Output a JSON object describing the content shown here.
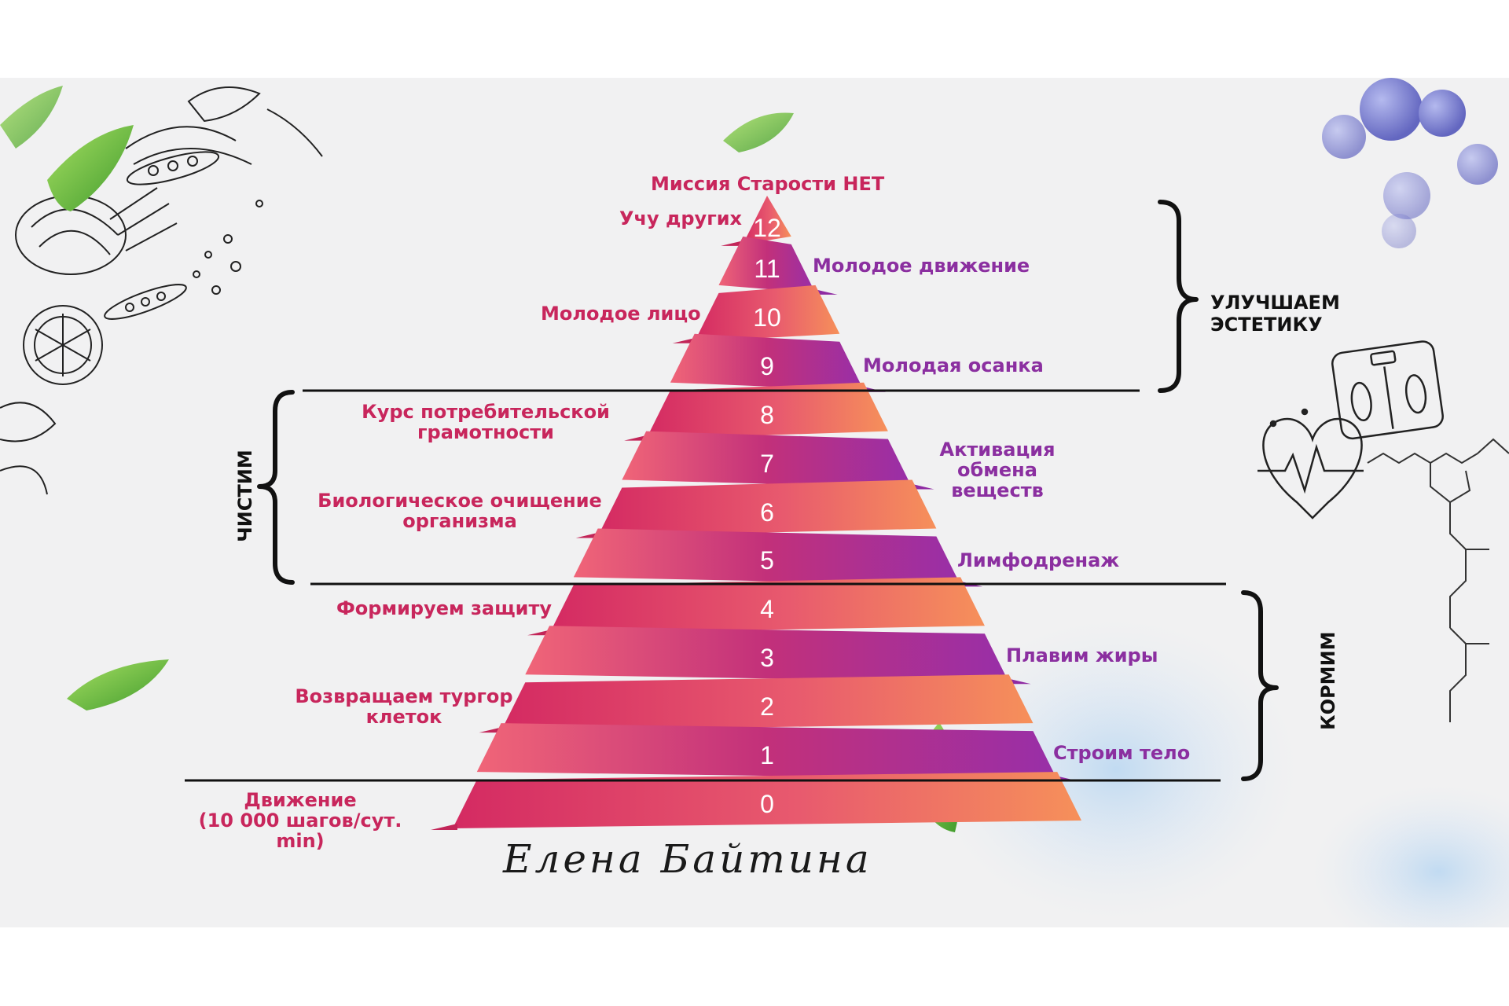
{
  "pyramid": {
    "title": "Миссия Старости НЕТ",
    "levels": [
      {
        "number": "0",
        "label": "Движение\n(10 000 шагов/сут. min)"
      },
      {
        "number": "1",
        "label": "Строим тело"
      },
      {
        "number": "2",
        "label": "Возвращаем тургор\nклеток"
      },
      {
        "number": "3",
        "label": "Плавим жиры"
      },
      {
        "number": "4",
        "label": "Формируем защиту"
      },
      {
        "number": "5",
        "label": "Лимфодренаж"
      },
      {
        "number": "6",
        "label": "Биологическое очищение\nорганизма"
      },
      {
        "number": "7",
        "label": "Активация обмена\nвеществ"
      },
      {
        "number": "8",
        "label": "Курс потребительской\nграмотности"
      },
      {
        "number": "9",
        "label": "Молодая осанка"
      },
      {
        "number": "10",
        "label": "Молодое лицо"
      },
      {
        "number": "11",
        "label": "Молодое движение"
      },
      {
        "number": "12",
        "label": "Учу других"
      }
    ]
  },
  "sections": {
    "aesthetics": "УЛУЧШАЕМ\nЭСТЕТИКУ",
    "cleanse": "ЧИСТИМ",
    "feed": "КОРМИМ"
  },
  "signature": "Елена Байтина",
  "colors": {
    "pink_label": "#c8265c",
    "purple_label": "#8b2fa0",
    "gradient_pink": "#d42a62",
    "gradient_orange": "#f6905a",
    "gradient_purple": "#982fa8",
    "gradient_magenta": "#c2307a"
  },
  "decorations": [
    "vegetables-sketch",
    "green-leaf",
    "blueberries",
    "bathroom-scale-icon",
    "heart-pulse-icon",
    "peptide-molecule"
  ]
}
